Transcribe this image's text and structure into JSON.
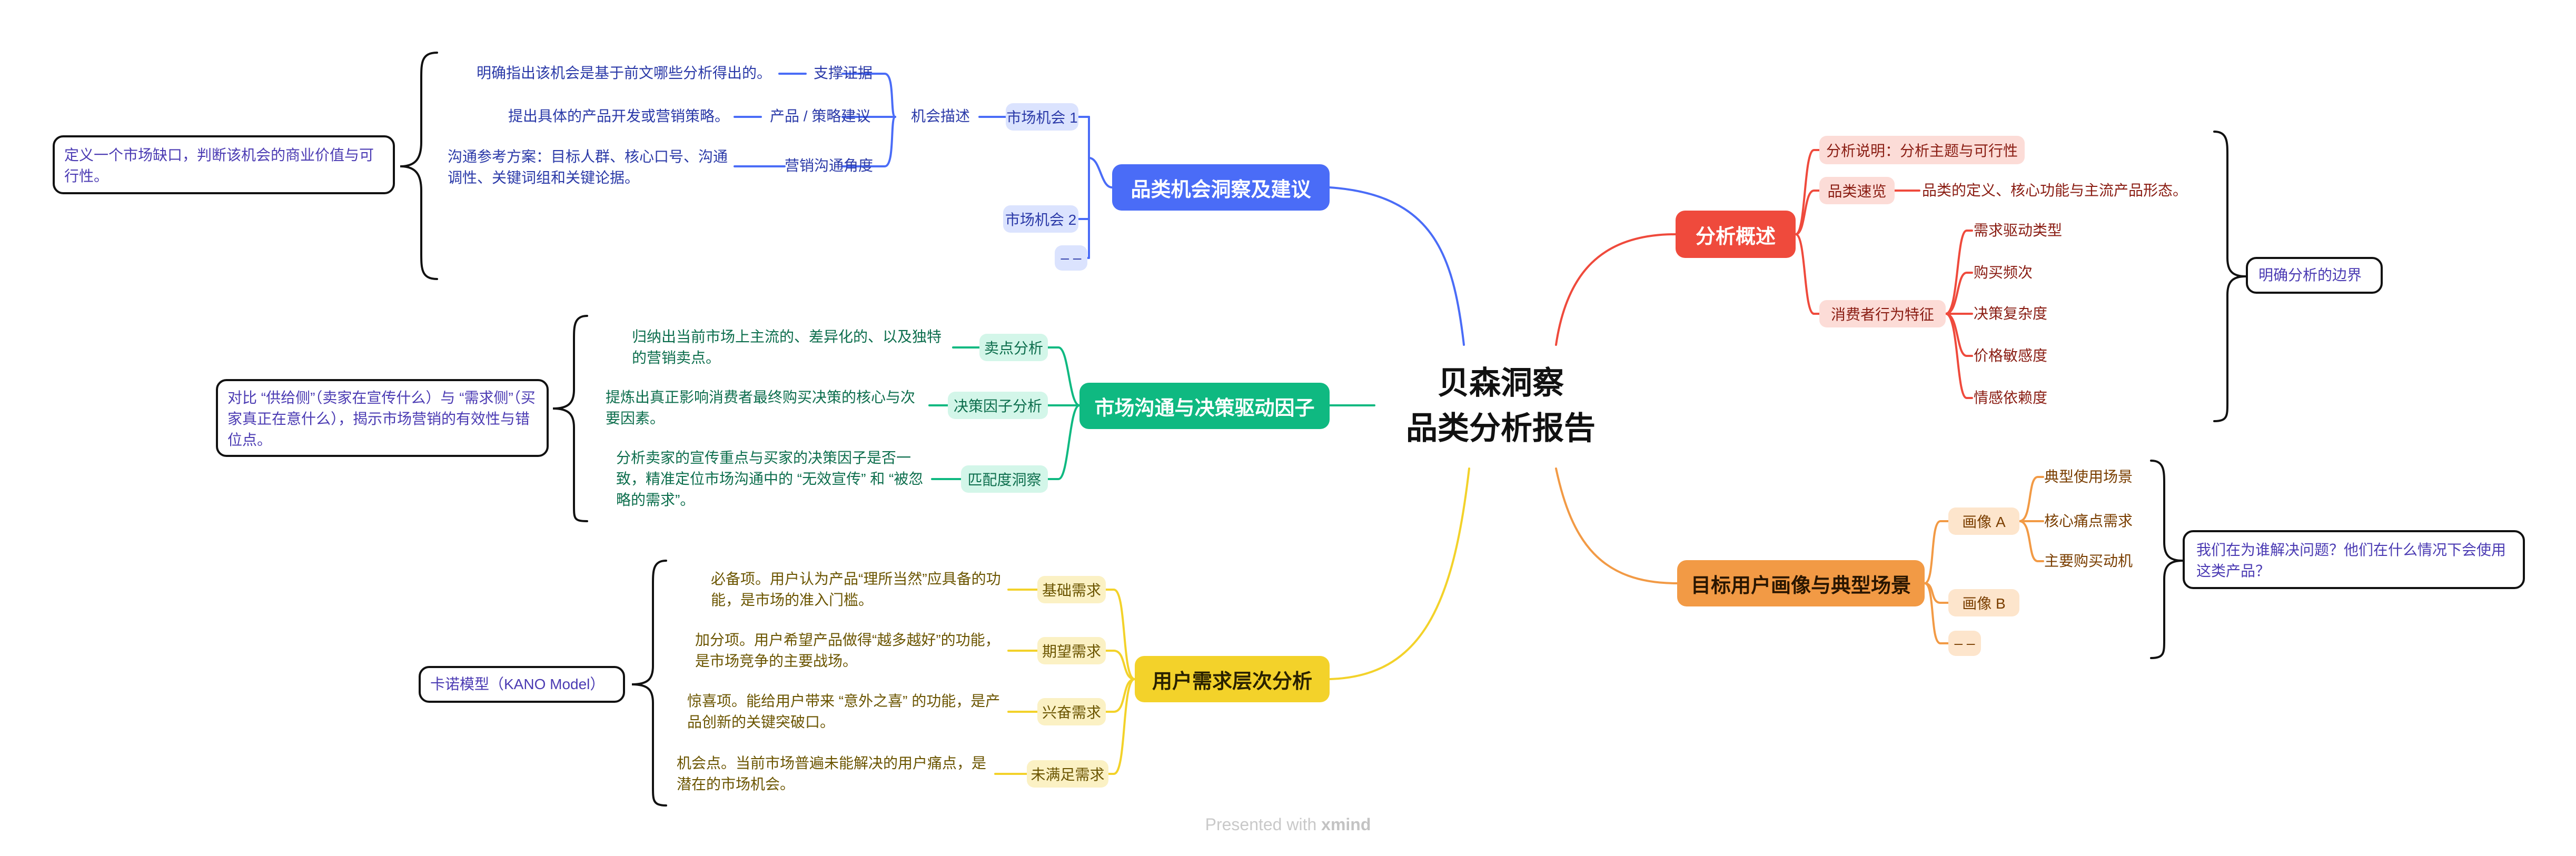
{
  "central": {
    "line1": "贝森洞察",
    "line2": "品类分析报告"
  },
  "colors": {
    "blue": "#4a6cf7",
    "green": "#0fb981",
    "yellow": "#f3d22a",
    "red": "#ef4a3c",
    "orange": "#f29a45",
    "purple_text": "#4b3bb3"
  },
  "opportunity": {
    "title": "品类机会洞察及建议",
    "market1": "市场机会 1",
    "market2": "市场机会 2",
    "more": "– –",
    "desc_label": "机会描述",
    "support": {
      "label": "支撑证据",
      "text": "明确指出该机会是基于前文哪些分析得出的。"
    },
    "product": {
      "label": "产品 / 策略建议",
      "text": "提出具体的产品开发或营销策略。"
    },
    "marketing": {
      "label": "营销沟通角度",
      "text": "沟通参考方案：目标人群、核心口号、沟通调性、关键词组和关键论据。"
    },
    "summary": "定义一个市场缺口，判断该机会的商业价值与可行性。"
  },
  "market": {
    "title": "市场沟通与决策驱动因子",
    "selling": {
      "label": "卖点分析",
      "text": "归纳出当前市场上主流的、差异化的、以及独特的营销卖点。"
    },
    "decision": {
      "label": "决策因子分析",
      "text": "提炼出真正影响消费者最终购买决策的核心与次要因素。"
    },
    "match": {
      "label": "匹配度洞察",
      "text": "分析卖家的宣传重点与买家的决策因子是否一致，精准定位市场沟通中的 “无效宣传” 和 “被忽略的需求”。"
    },
    "summary": "对比 “供给侧”（卖家在宣传什么）与 “需求侧”（买家真正在意什么），揭示市场营销的有效性与错位点。"
  },
  "needs": {
    "title": "用户需求层次分析",
    "basic": {
      "label": "基础需求",
      "text": "必备项。用户认为产品“理所当然”应具备的功能，是市场的准入门槛。"
    },
    "expected": {
      "label": "期望需求",
      "text": "加分项。用户希望产品做得“越多越好”的功能，是市场竞争的主要战场。"
    },
    "excite": {
      "label": "兴奋需求",
      "text": "惊喜项。能给用户带来 “意外之喜” 的功能，是产品创新的关键突破口。"
    },
    "unmet": {
      "label": "未满足需求",
      "text": "机会点。当前市场普遍未能解决的用户痛点，是潜在的市场机会。"
    },
    "summary": "卡诺模型（KANO Model）"
  },
  "overview": {
    "title": "分析概述",
    "intro": "分析说明：分析主题与可行性",
    "category": "品类速览",
    "category_text": "品类的定义、核心功能与主流产品形态。",
    "consumer": "消费者行为特征",
    "traits": [
      "需求驱动类型",
      "购买频次",
      "决策复杂度",
      "价格敏感度",
      "情感依赖度"
    ],
    "summary": "明确分析的边界"
  },
  "persona": {
    "title": "目标用户画像与典型场景",
    "a": "画像 A",
    "b": "画像 B",
    "more": "– –",
    "a_items": [
      "典型使用场景",
      "核心痛点需求",
      "主要购买动机"
    ],
    "summary": "我们在为谁解决问题？他们在什么情况下会使用这类产品？"
  },
  "footer": {
    "prefix": "Presented with ",
    "brand": "xmind"
  }
}
